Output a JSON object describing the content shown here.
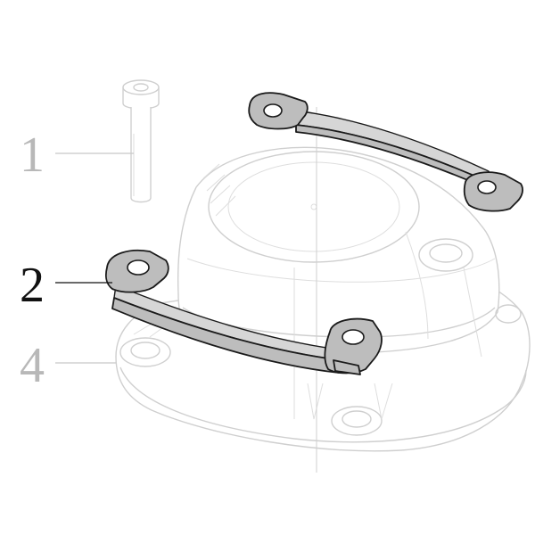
{
  "callouts": [
    {
      "id": "1",
      "label": "1",
      "color": "#b8b8b8",
      "highlighted": false
    },
    {
      "id": "2",
      "label": "2",
      "color": "#111111",
      "highlighted": true
    },
    {
      "id": "4",
      "label": "4",
      "color": "#b8b8b8",
      "highlighted": false
    }
  ],
  "colors": {
    "highlight_part_fill": "#bdbdbd",
    "highlight_part_outline": "#1a1a1a",
    "ghost_outline": "#cfcfcf",
    "background": "#ffffff"
  }
}
